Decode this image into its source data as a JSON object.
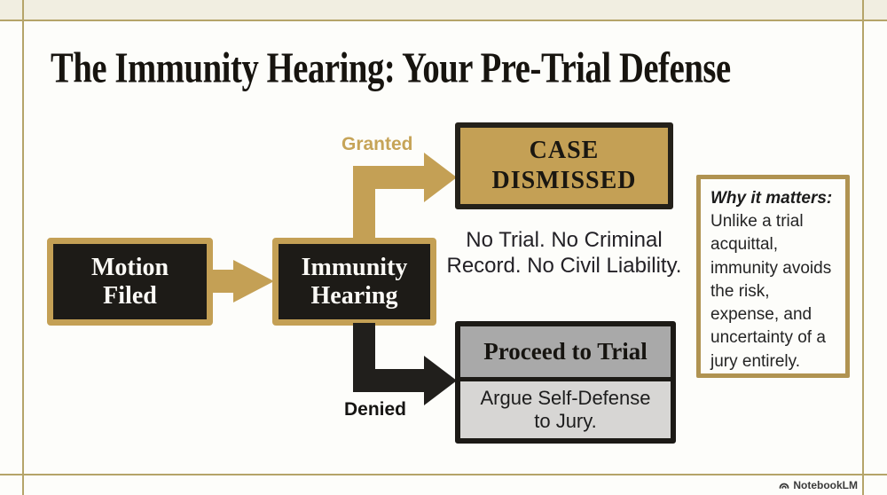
{
  "title": "The Immunity Hearing: Your Pre-Trial Defense",
  "flow": {
    "motion_filed_label": "Motion Filed",
    "immunity_hearing_label": "Immunity Hearing",
    "granted_label": "Granted",
    "denied_label": "Denied",
    "granted_outcome": {
      "box_label": "CASE DISMISSED",
      "note": "No Trial. No Criminal Record. No Civil Liability."
    },
    "denied_outcome": {
      "box_label": "Proceed to Trial",
      "note": "Argue Self-Defense to Jury."
    }
  },
  "callout": {
    "heading": "Why it matters:",
    "body": "Unlike a trial acquittal, immunity avoids the risk, expense, and uncertainty of a jury entirely."
  },
  "footer": {
    "brand": "NotebookLM"
  },
  "colors": {
    "gold": "#c4a055",
    "gold_soft": "#c6a458",
    "ink": "#1d1b17",
    "frame_line": "#b5a469",
    "band_cream": "#f1eee1",
    "paper": "#fdfdfa",
    "gray_dark": "#a9a9a9",
    "gray_light": "#d7d6d4"
  }
}
